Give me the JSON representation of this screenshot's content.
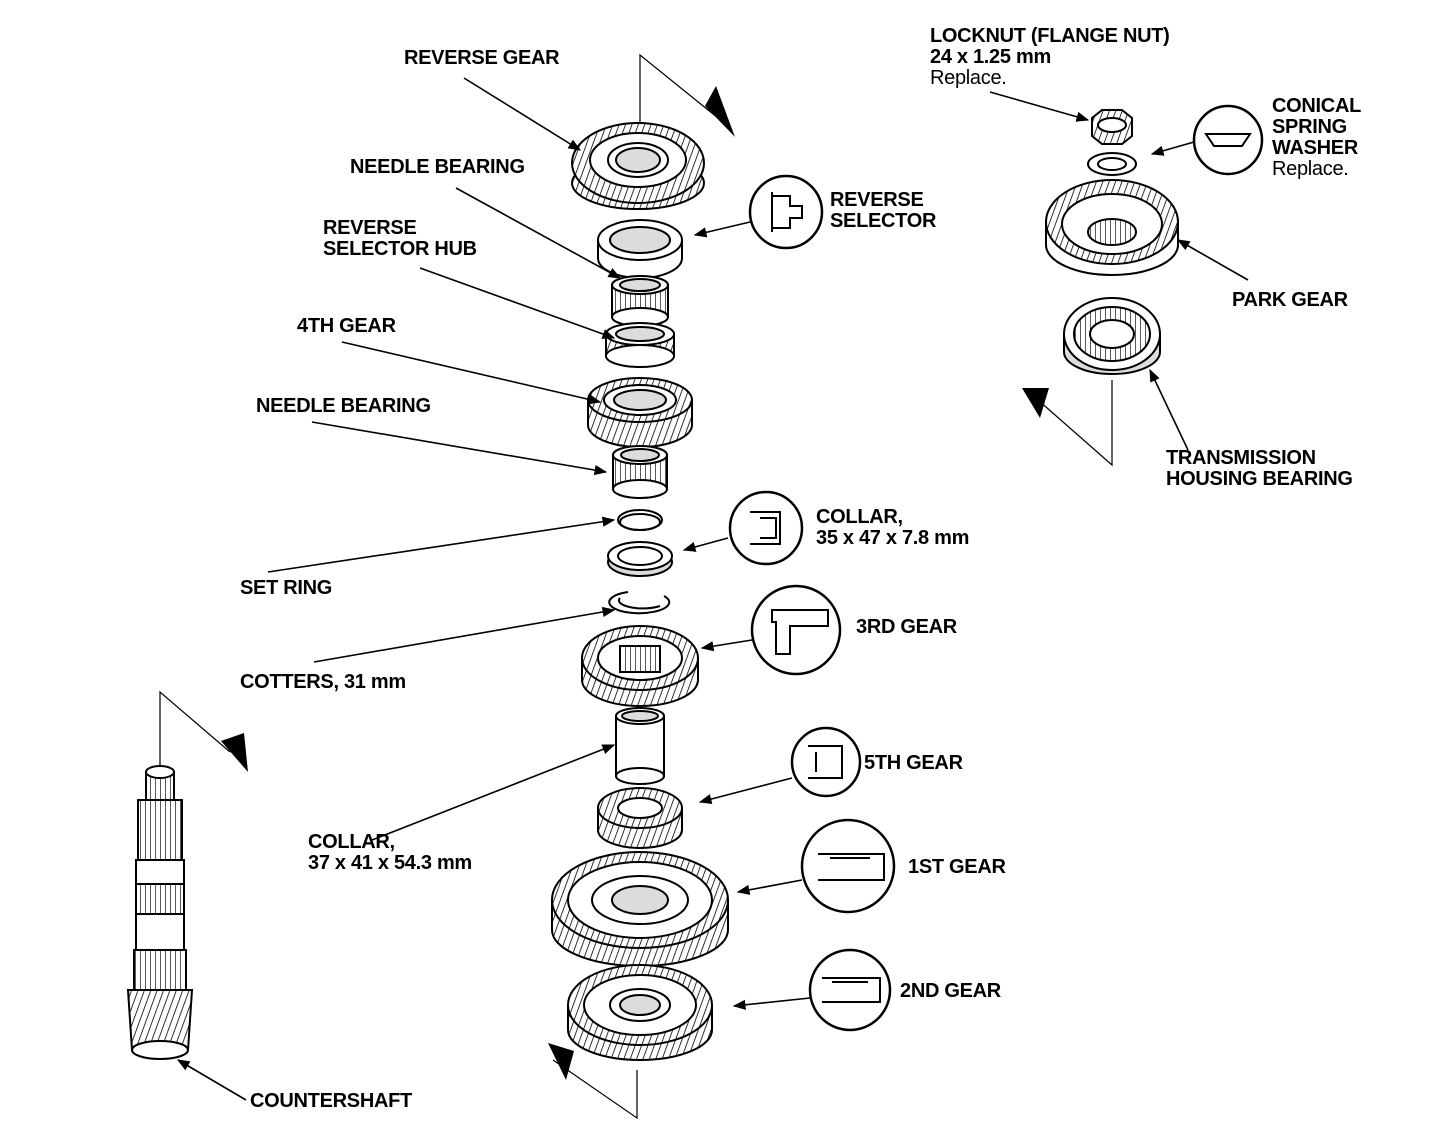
{
  "labels": {
    "reverse_gear": "REVERSE GEAR",
    "needle_bearing_1": "NEEDLE BEARING",
    "reverse_selector_hub": [
      "REVERSE",
      "SELECTOR HUB"
    ],
    "fourth_gear": "4TH GEAR",
    "needle_bearing_2": "NEEDLE BEARING",
    "set_ring": "SET RING",
    "cotters": "COTTERS, 31 mm",
    "collar_long": [
      "COLLAR,",
      "37 x 41 x 54.3 mm"
    ],
    "countershaft": "COUNTERSHAFT",
    "reverse_selector": [
      "REVERSE",
      "SELECTOR"
    ],
    "collar_short": [
      "COLLAR,",
      "35 x 47 x 7.8 mm"
    ],
    "third_gear": "3RD GEAR",
    "fifth_gear": "5TH GEAR",
    "first_gear": "1ST GEAR",
    "second_gear": "2ND GEAR",
    "locknut": [
      "LOCKNUT (FLANGE NUT)",
      "24 x 1.25 mm"
    ],
    "locknut_note": "Replace.",
    "conical_spring_washer": [
      "CONICAL",
      "SPRING",
      "WASHER"
    ],
    "conical_spring_washer_note": "Replace.",
    "park_gear": "PARK GEAR",
    "transmission_housing_bearing": [
      "TRANSMISSION",
      "HOUSING BEARING"
    ]
  },
  "colors": {
    "ink": "#000000",
    "paper": "#ffffff",
    "shade": "#dcdcdc"
  }
}
